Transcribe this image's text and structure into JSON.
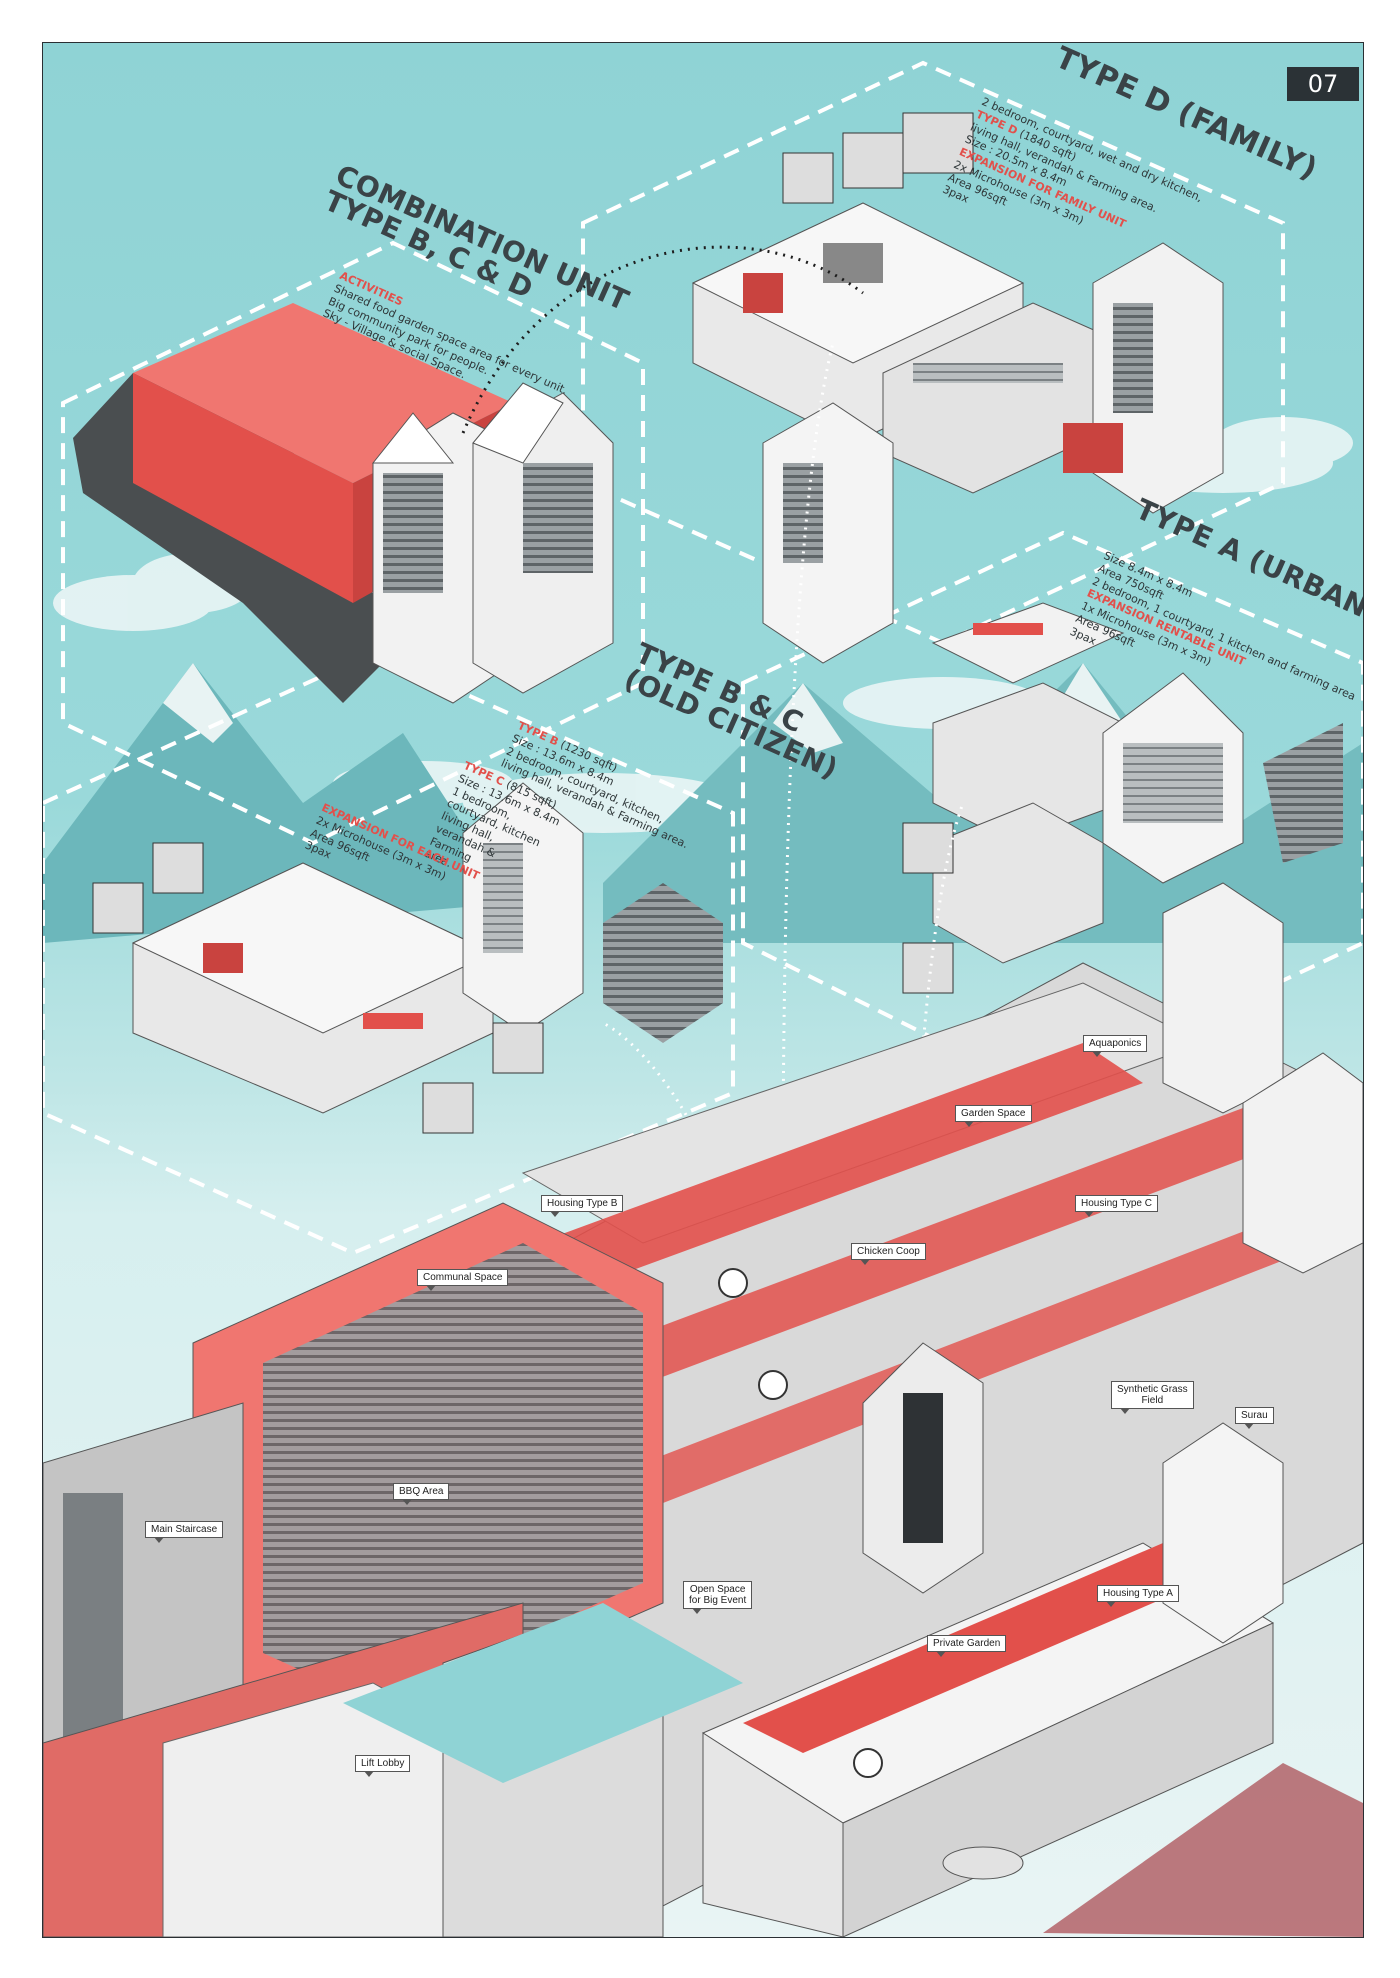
{
  "page_number": "07",
  "colors": {
    "accent_red": "#e2504b",
    "sky": "#8fd3d5",
    "ink": "#3a4347"
  },
  "type_d": {
    "title": "TYPE D (FAMILY)",
    "lines": [
      {
        "label": "",
        "text": "2 bedroom, courtyard, wet and dry kitchen,"
      },
      {
        "label": "TYPE D",
        "text": " (1840 sqft)"
      },
      {
        "label": "",
        "text": "living hall, verandah & Farming area."
      },
      {
        "label": "",
        "text": "Size : 20.5m x 8.4m"
      },
      {
        "label": "EXPANSION FOR FAMILY UNIT",
        "text": ""
      },
      {
        "label": "",
        "text": "2x Microhouse (3m x 3m)"
      },
      {
        "label": "",
        "text": "Area 96sqft"
      },
      {
        "label": "",
        "text": "3pax"
      }
    ]
  },
  "combination": {
    "title_line1": "COMBINATION UNIT",
    "title_line2": "TYPE B, C & D",
    "lines": [
      {
        "label": "ACTIVITIES",
        "text": ""
      },
      {
        "label": "",
        "text": "Shared food garden space area for every unit."
      },
      {
        "label": "",
        "text": "Big community park for people."
      },
      {
        "label": "",
        "text": "Sky - Village & social Space."
      }
    ]
  },
  "type_a": {
    "title": "TYPE A (URBAN)",
    "lines": [
      {
        "label": "",
        "text": "Size 8.4m x 8.4m"
      },
      {
        "label": "",
        "text": "Area 750sqft"
      },
      {
        "label": "",
        "text": "2 bedroom, 1 courtyard, 1 kitchen and farming area"
      },
      {
        "label": "EXPANSION RENTABLE UNIT",
        "text": ""
      },
      {
        "label": "",
        "text": "1x Microhouse (3m x 3m)"
      },
      {
        "label": "",
        "text": "Area 96sqft"
      },
      {
        "label": "",
        "text": "3pax"
      }
    ]
  },
  "type_bc": {
    "title_line1": "TYPE B & C",
    "title_line2": "(OLD CITIZEN)",
    "b_lines": [
      {
        "label": "TYPE B",
        "text": " (1230 sqft)"
      },
      {
        "label": "",
        "text": "Size : 13.6m x 8.4m"
      },
      {
        "label": "",
        "text": "2 bedroom, courtyard, kitchen,"
      },
      {
        "label": "",
        "text": "living hall, verandah & Farming area."
      }
    ],
    "c_lines": [
      {
        "label": "TYPE C",
        "text": " (815 sqft)"
      },
      {
        "label": "",
        "text": "Size : 13.6m x 8.4m"
      },
      {
        "label": "",
        "text": "1 bedroom,"
      },
      {
        "label": "",
        "text": "courtyard, kitchen"
      },
      {
        "label": "",
        "text": "living hall,"
      },
      {
        "label": "",
        "text": "verandah &"
      },
      {
        "label": "",
        "text": "Farming"
      },
      {
        "label": "",
        "text": "area."
      }
    ],
    "exp_lines": [
      {
        "label": "EXPANSION FOR EACH UNIT",
        "text": ""
      },
      {
        "label": "",
        "text": "2x Microhouse (3m x 3m)"
      },
      {
        "label": "",
        "text": "Area 96sqft"
      },
      {
        "label": "",
        "text": "3pax"
      }
    ]
  },
  "callouts": {
    "aquaponics": "Aquaponics",
    "garden_space": "Garden Space",
    "housing_type_b": "Housing Type B",
    "housing_type_c": "Housing Type C",
    "chicken_coop": "Chicken Coop",
    "communal_space": "Communal Space",
    "synthetic_grass_1": "Synthetic Grass",
    "synthetic_grass_2": "Field",
    "surau": "Surau",
    "bbq_area": "BBQ Area",
    "main_staircase": "Main Staircase",
    "open_space_1": "Open Space",
    "open_space_2": "for Big Event",
    "housing_type_a": "Housing Type A",
    "private_garden": "Private Garden",
    "lift_lobby": "Lift Lobby"
  }
}
